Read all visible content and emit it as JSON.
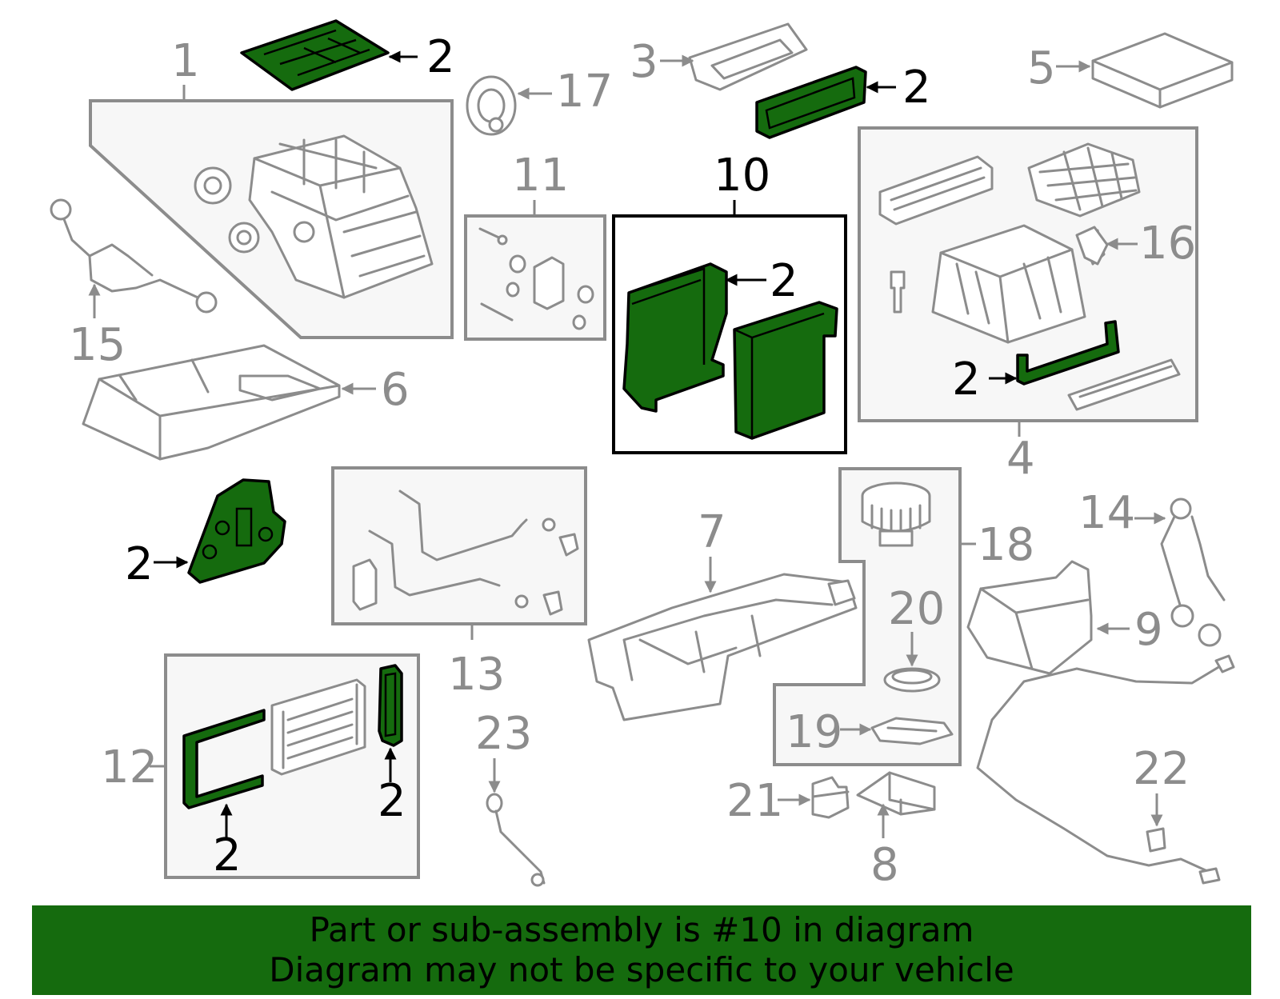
{
  "colors": {
    "highlight": "#156b0e",
    "outline": "#8c8c8c",
    "box_fill": "#f7f7f7",
    "text_dark": "#000000"
  },
  "callouts": {
    "c1": "1",
    "c3": "3",
    "c4": "4",
    "c5": "5",
    "c6": "6",
    "c7": "7",
    "c8": "8",
    "c9": "9",
    "c10": "10",
    "c11": "11",
    "c12": "12",
    "c13": "13",
    "c14": "14",
    "c15": "15",
    "c16": "16",
    "c17": "17",
    "c18": "18",
    "c19": "19",
    "c20": "20",
    "c21": "21",
    "c22": "22",
    "c23": "23",
    "seal": "2"
  },
  "banner": {
    "line1": "Part or sub-assembly is #10 in diagram",
    "line2": "Diagram may not be specific to your vehicle"
  }
}
